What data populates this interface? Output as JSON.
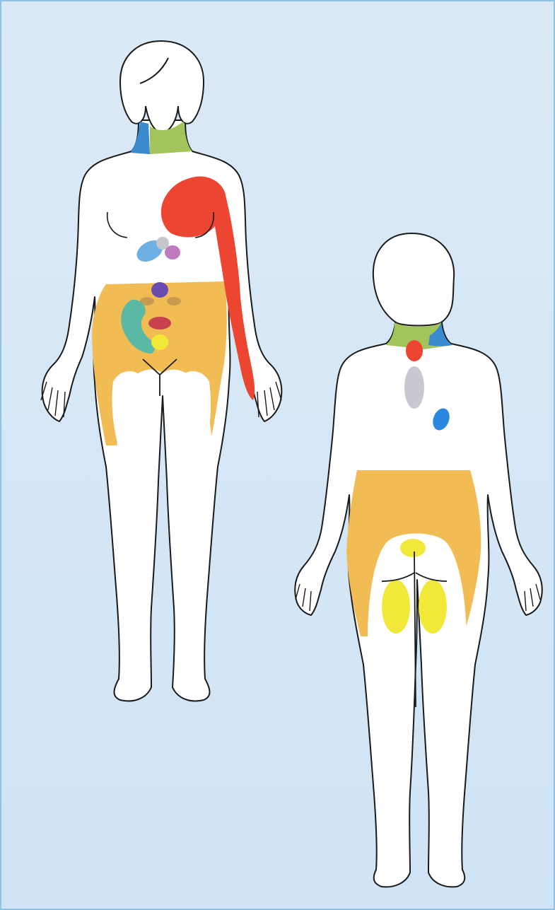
{
  "colors": {
    "background_top": "#dbe9f6",
    "background_bottom": "#cfe4f5",
    "frame_border": "#8fc3e3",
    "body_fill": "#ffffff",
    "outline": "#1a1a1a",
    "heart_red": "#ec4632",
    "neck_blue": "#3a8ad0",
    "neck_green": "#a2c45a",
    "pelvic_orange": "#f2bc55",
    "stomach_lightblue": "#6eb0e4",
    "gallbladder_grey": "#c6c6cc",
    "pancreas_purple": "#c07ac0",
    "kidney_violet": "#6a4cb0",
    "ovary_tan": "#c89a50",
    "intestine_teal": "#5ab8a4",
    "uterus_crimson": "#c8424e",
    "bladder_yellow": "#f2e83a",
    "spine_grey": "#c8c8d0",
    "back_blue": "#2a88e0"
  },
  "figures": [
    {
      "view": "front",
      "regions": [
        "neck-blue",
        "neck-green",
        "chest-red",
        "arm-red",
        "stomach-lightblue",
        "gallbladder-grey",
        "pancreas-purple",
        "kidney-violet",
        "ovary-tan",
        "intestine-teal",
        "uterus-crimson",
        "bladder-yellow",
        "pelvis-orange"
      ]
    },
    {
      "view": "back",
      "regions": [
        "neck-green",
        "neck-blue",
        "upper-back-red",
        "spine-grey",
        "back-blue",
        "pelvis-orange",
        "sacrum-yellow",
        "buttocks-yellow"
      ]
    }
  ]
}
